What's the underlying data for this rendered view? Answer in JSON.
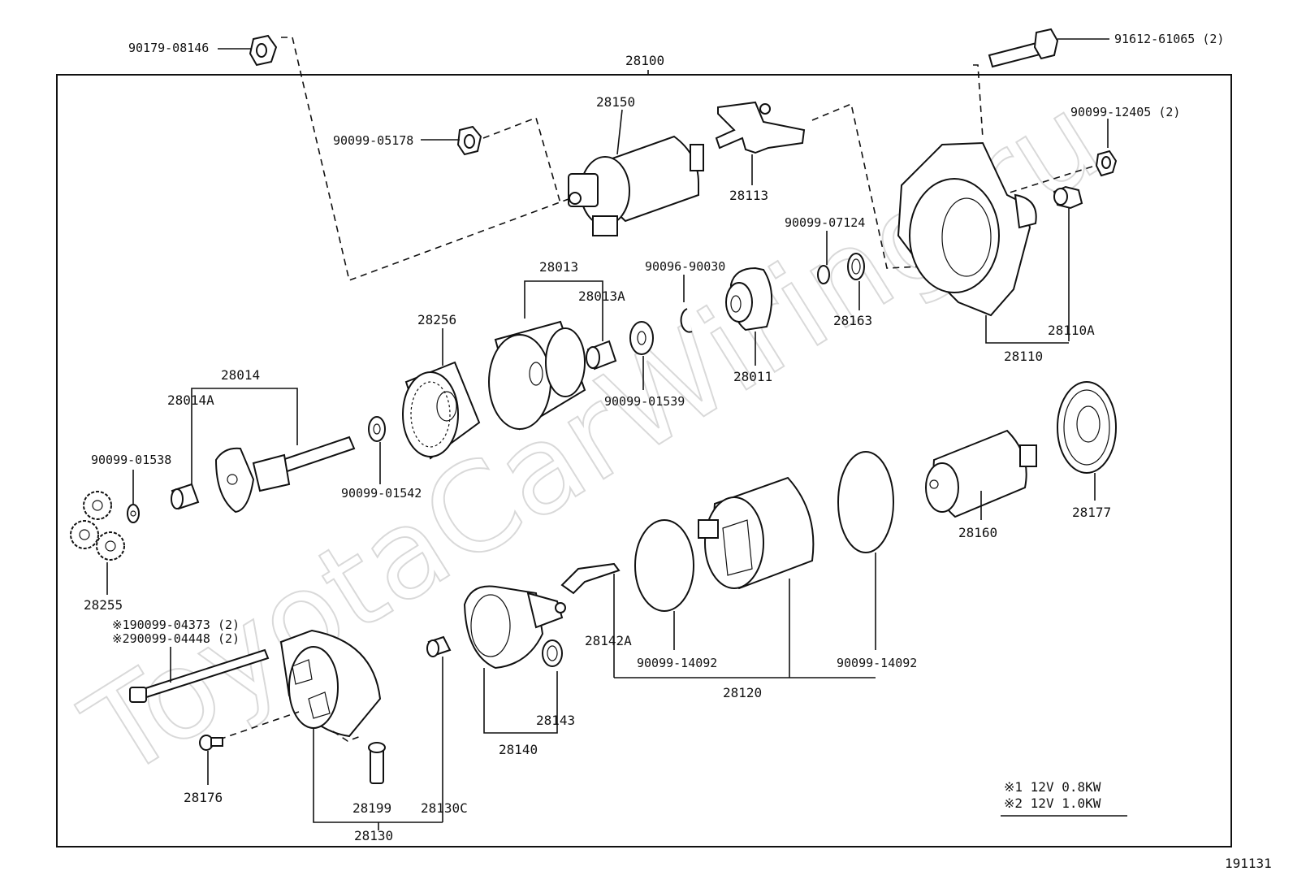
{
  "watermark": "ToyotaCarWiring.ru",
  "assembly_number": "28100",
  "figure_number": "191131",
  "notes": {
    "note1": "※1 12V  0.8KW",
    "note2": "※2 12V  1.0KW"
  },
  "labels": {
    "p90179_08146": "90179-08146",
    "p91612_61065": "91612-61065 (2)",
    "p90099_05178": "90099-05178",
    "p28150": "28150",
    "p28113": "28113",
    "p90099_12405": "90099-12405 (2)",
    "p90099_07124": "90099-07124",
    "p90096_90030": "90096-90030",
    "p28013": "28013",
    "p28013A": "28013A",
    "p28256": "28256",
    "p28011": "28011",
    "p28163": "28163",
    "p28110A": "28110A",
    "p28110": "28110",
    "p28014": "28014",
    "p28014A": "28014A",
    "p90099_01539": "90099-01539",
    "p90099_01538": "90099-01538",
    "p90099_01542": "90099-01542",
    "p28255": "28255",
    "p28160": "28160",
    "p28177": "28177",
    "p90099_04373": "※190099-04373 (2)",
    "p90099_04448": "※290099-04448 (2)",
    "p28142A": "28142A",
    "p90099_14092a": "90099-14092",
    "p90099_14092b": "90099-14092",
    "p28120": "28120",
    "p28143": "28143",
    "p28140": "28140",
    "p28176": "28176",
    "p28199": "28199",
    "p28130C": "28130C",
    "p28130": "28130"
  }
}
